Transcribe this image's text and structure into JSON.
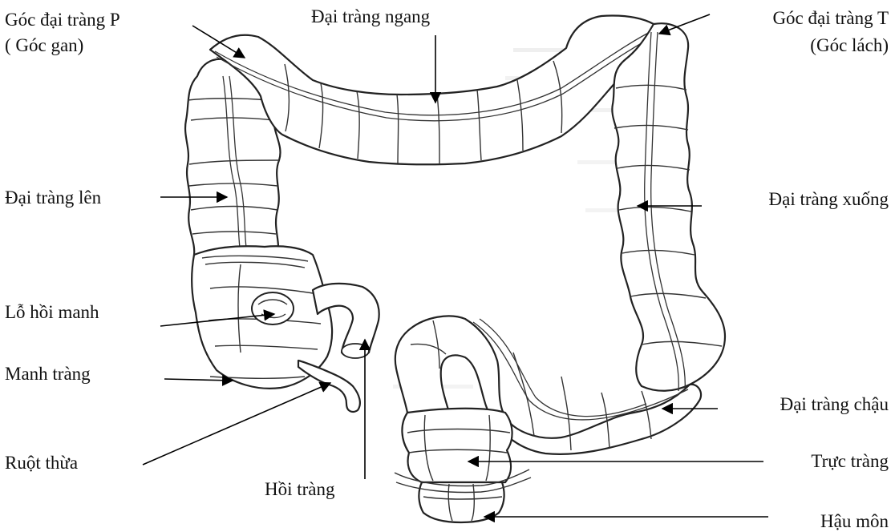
{
  "labels": {
    "hepatic_flexure_line1": "Góc đại tràng P",
    "hepatic_flexure_line2": "( Góc gan)",
    "transverse_colon": "Đại tràng ngang",
    "splenic_flexure_line1": "Góc đại tràng T",
    "splenic_flexure_line2": "(Góc lách)",
    "ascending_colon": "Đại tràng lên",
    "descending_colon": "Đại tràng xuống",
    "ileocecal_valve": "Lỗ hồi manh",
    "cecum": "Manh tràng",
    "sigmoid_colon": "Đại tràng chậu",
    "appendix": "Ruột thừa",
    "rectum": "Trực tràng",
    "ileum": "Hồi tràng",
    "anus": "Hậu môn"
  }
}
